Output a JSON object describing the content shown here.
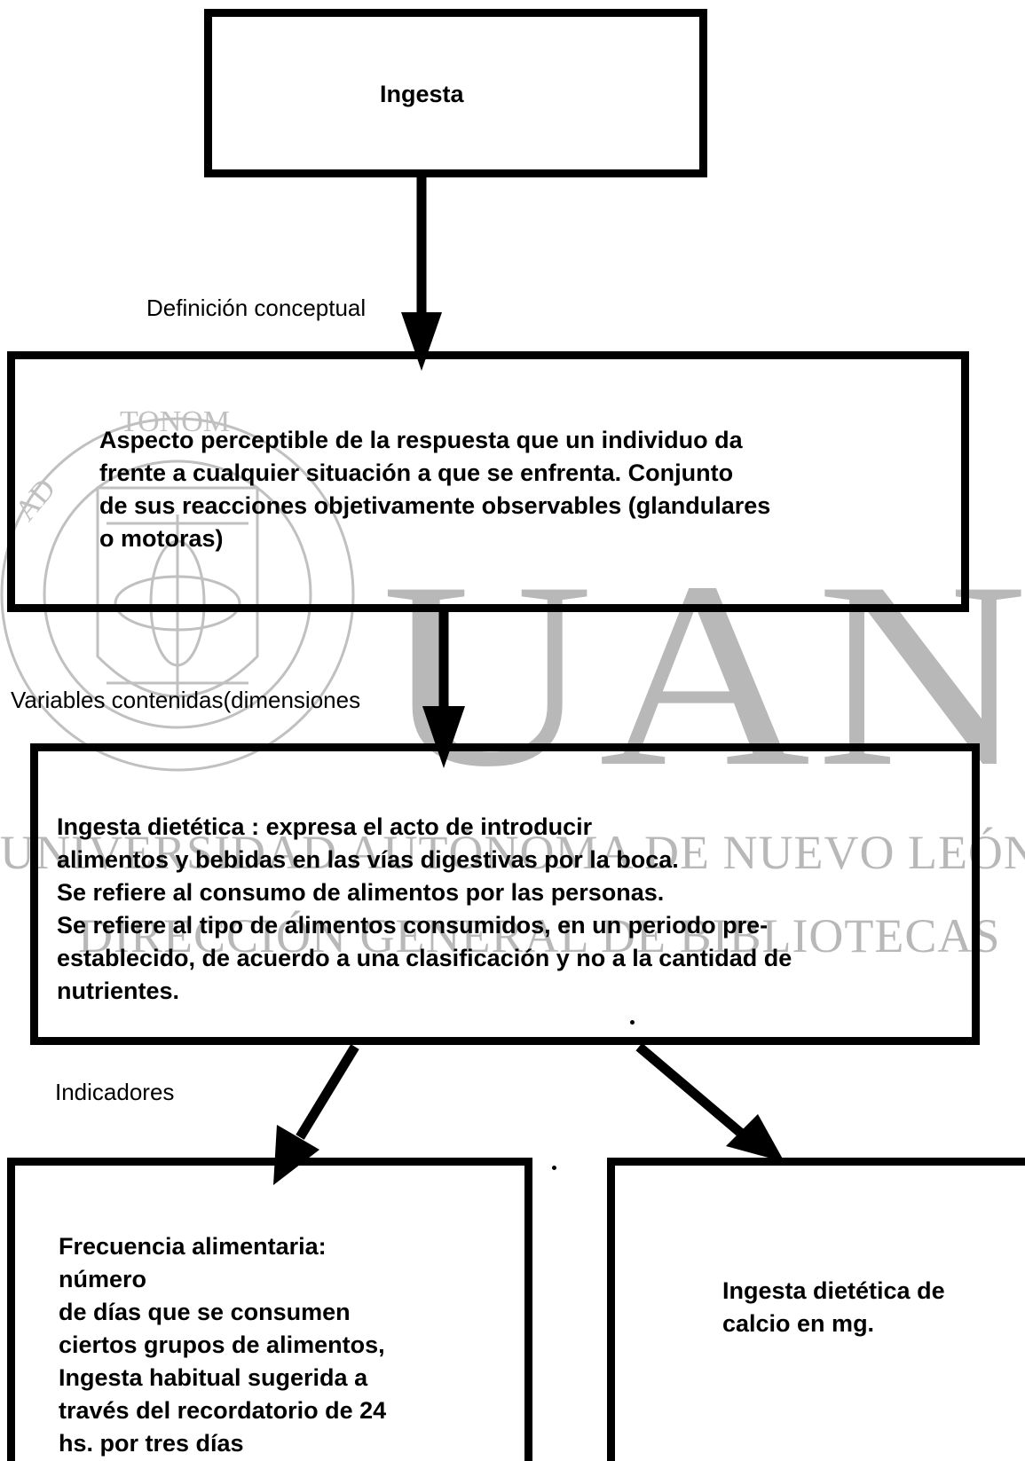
{
  "diagram": {
    "top_box": {
      "title": "Ingesta"
    },
    "labels": {
      "definition": "Definición conceptual",
      "variables": "Variables contenidas(dimensiones",
      "indicators": "Indicadores"
    },
    "definition_box": {
      "text": "Aspecto perceptible de la respuesta que un individuo da\nfrente a cualquier situación a que se enfrenta. Conjunto\nde sus reacciones objetivamente observables (glandulares\no motoras)"
    },
    "variables_box": {
      "text": "Ingesta dietética : expresa el acto de introducir\nalimentos y bebidas en las vías digestivas por la boca.\nSe refiere al consumo de alimentos por las personas.\nSe refiere al tipo de alimentos consumidos, en un periodo pre-\nestablecido, de acuerdo a una clasificación y no a la cantidad de\nnutrientes."
    },
    "indicator_boxes": [
      {
        "text": "Frecuencia alimentaria:\nnúmero\nde días  que se consumen\nciertos grupos de alimentos,\nIngesta habitual sugerida a\ntravés del recordatorio de 24\nhs. por tres días"
      },
      {
        "text": "Ingesta dietética de\ncalcio en mg."
      }
    ]
  },
  "watermark": {
    "big": "UANL",
    "line1": "UNIVERSIDAD AUTÓNOMA DE NUEVO LEÓN",
    "line2": "DIRECCIÓN GENERAL DE BIBLIOTECAS"
  }
}
